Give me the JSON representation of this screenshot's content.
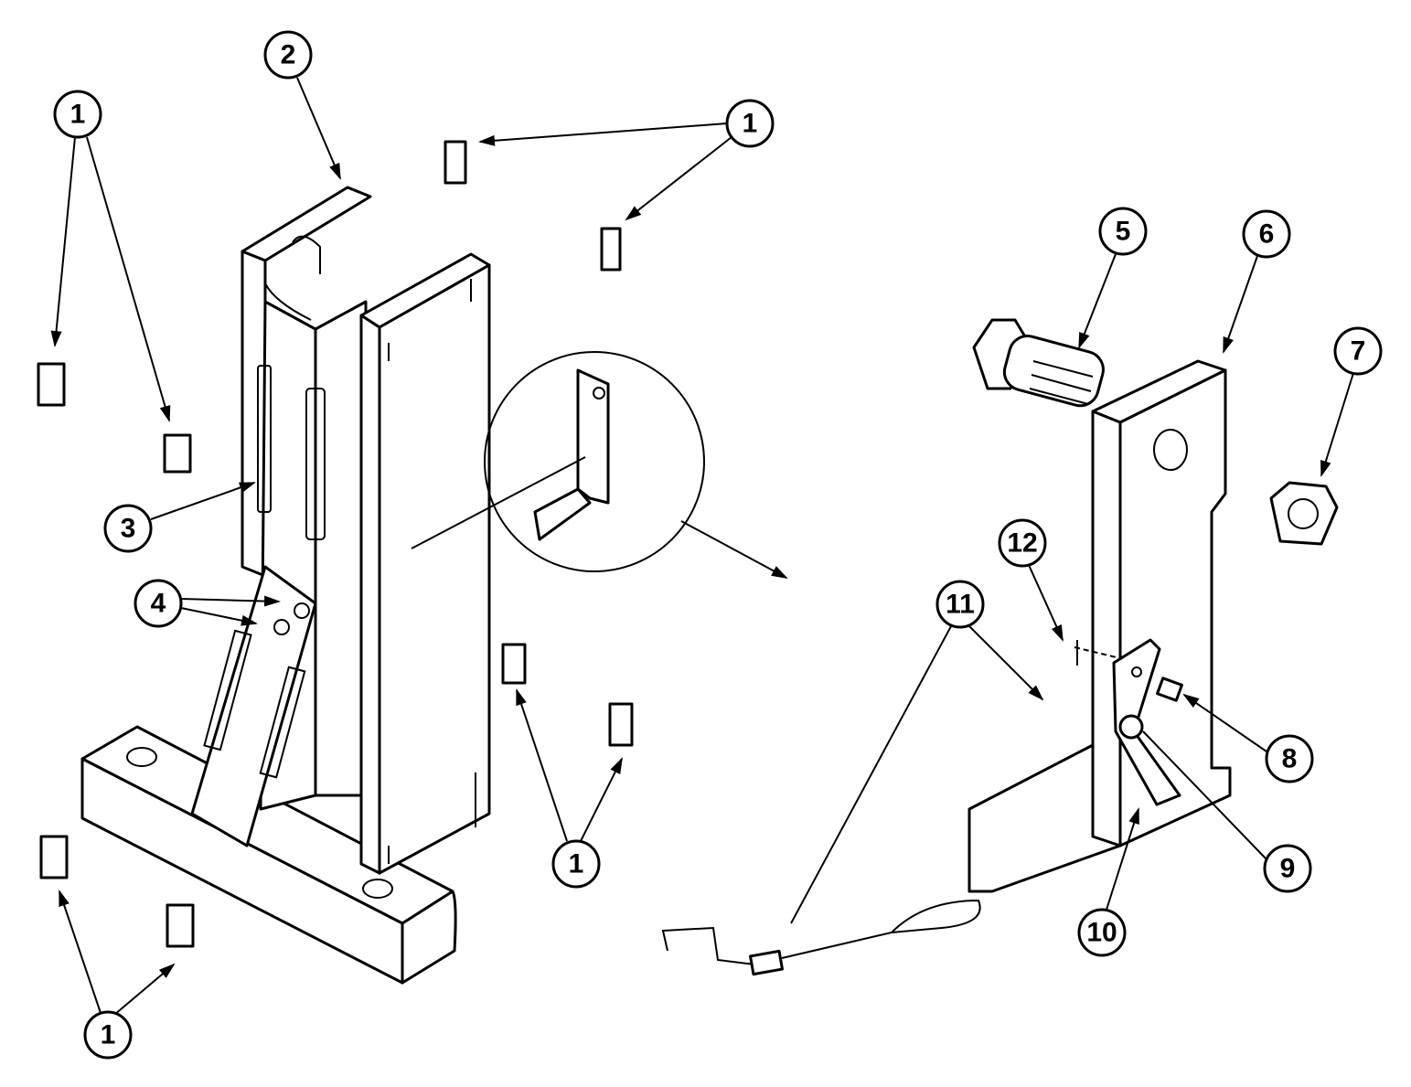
{
  "title": "Exploded parts diagram",
  "callouts": [
    {
      "label": "1"
    },
    {
      "label": "2"
    },
    {
      "label": "1"
    },
    {
      "label": "5"
    },
    {
      "label": "6"
    },
    {
      "label": "7"
    },
    {
      "label": "3"
    },
    {
      "label": "12"
    },
    {
      "label": "4"
    },
    {
      "label": "11"
    },
    {
      "label": "8"
    },
    {
      "label": "1"
    },
    {
      "label": "9"
    },
    {
      "label": "10"
    },
    {
      "label": "1"
    }
  ]
}
